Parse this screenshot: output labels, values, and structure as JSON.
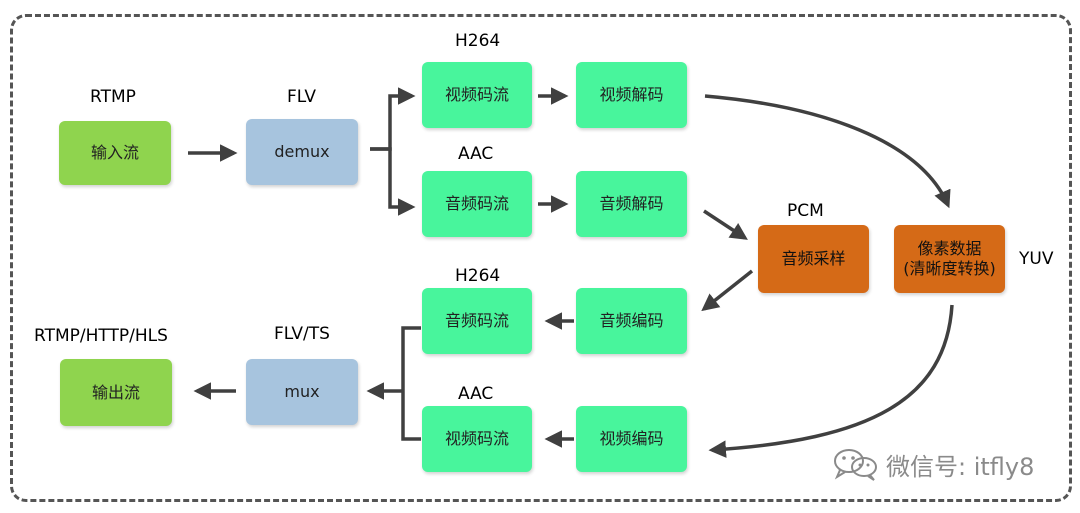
{
  "colors": {
    "input_output": "#8fd44e",
    "demux_mux": "#a7c4de",
    "stream_box": "#48f59c",
    "process_box": "#d56a17",
    "line": "#404040",
    "frame": "#555555"
  },
  "nodes": {
    "input_stream": "输入流",
    "demux": "demux",
    "video_stream_in": "视频码流",
    "video_decode": "视频解码",
    "audio_stream_in": "音频码流",
    "audio_decode": "音频解码",
    "audio_sample": "音频采样",
    "pixel_data": "像素数据\n(清晰度转换)",
    "audio_encode": "音频编码",
    "audio_stream_out": "音频码流",
    "video_encode": "视频编码",
    "video_stream_out": "视频码流",
    "mux": "mux",
    "output_stream": "输出流"
  },
  "labels": {
    "rtmp": "RTMP",
    "flv": "FLV",
    "h264_top": "H264",
    "aac_top": "AAC",
    "pcm": "PCM",
    "yuv": "YUV",
    "h264_bottom": "H264",
    "aac_bottom": "AAC",
    "flv_ts": "FLV/TS",
    "rtmp_http_hls": "RTMP/HTTP/HLS"
  },
  "watermark": {
    "icon": "wechat-icon",
    "text": "微信号: itfly8"
  }
}
